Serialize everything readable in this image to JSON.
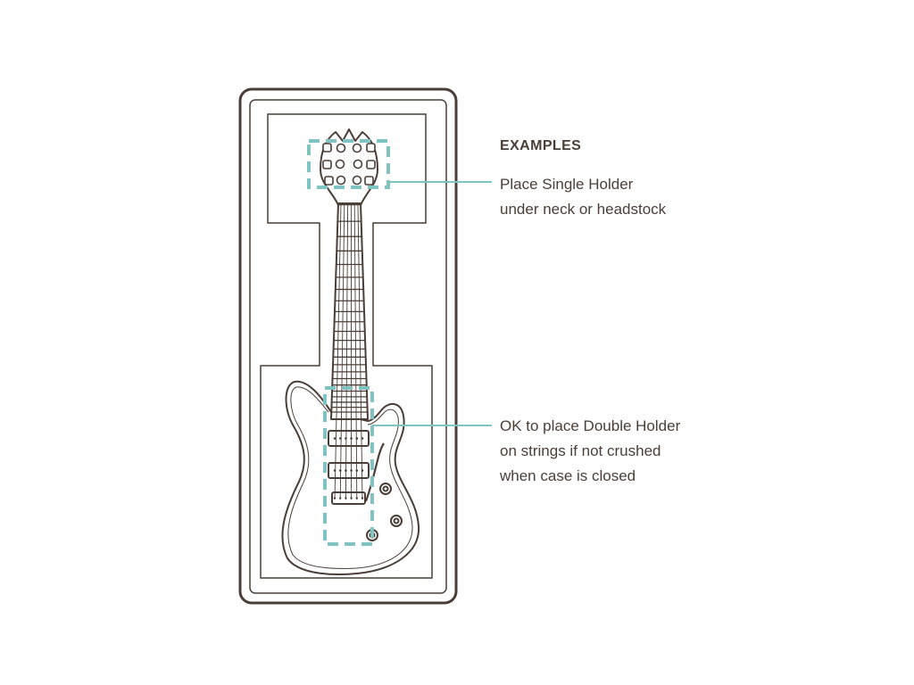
{
  "colors": {
    "line": "#4b3e37",
    "accent": "#7fc4c3",
    "background": "#ffffff"
  },
  "annotations": {
    "heading": "EXAMPLES",
    "single_holder": {
      "line1": "Place Single Holder",
      "line2": "under neck or headstock"
    },
    "double_holder": {
      "line1": "OK to place Double Holder",
      "line2": "on strings if not crushed",
      "line3": "when case is closed"
    }
  }
}
